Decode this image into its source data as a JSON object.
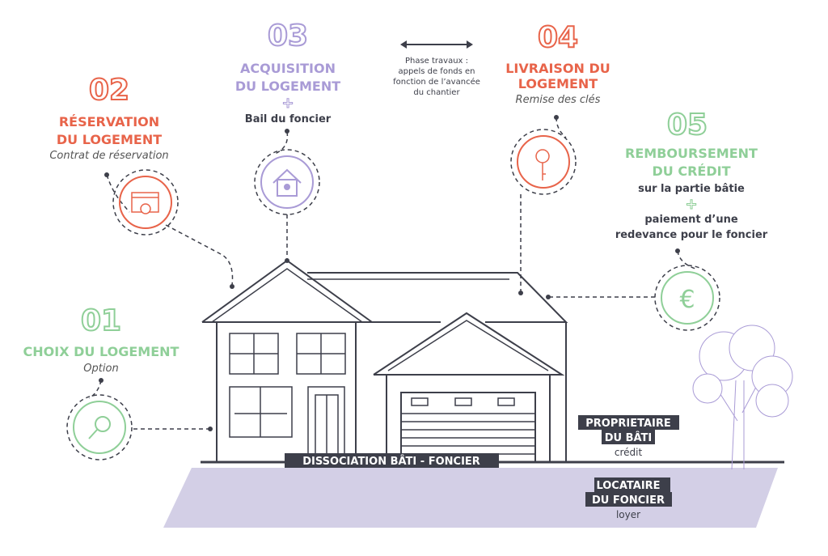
{
  "colors": {
    "orange": "#e8644a",
    "purple": "#a99bd6",
    "green": "#8fcf98",
    "dark": "#3d3f4a",
    "ground": "#d3cfe6"
  },
  "steps": [
    {
      "num": "01",
      "title": [
        "CHOIX DU LOGEMENT"
      ],
      "sub": "Option",
      "icon": "magnifier-icon"
    },
    {
      "num": "02",
      "title": [
        "RÉSERVATION",
        "DU LOGEMENT"
      ],
      "sub": "Contrat de réservation",
      "icon": "calendar-check-icon"
    },
    {
      "num": "03",
      "title": [
        "ACQUISITION",
        "DU LOGEMENT"
      ],
      "extra": "Bail du foncier",
      "icon": "house-heart-icon"
    },
    {
      "num": "04",
      "title": [
        "LIVRAISON DU",
        "LOGEMENT"
      ],
      "sub": "Remise des clés",
      "icon": "key-icon"
    },
    {
      "num": "05",
      "title": [
        "REMBOURSEMENT",
        "DU CRÉDIT"
      ],
      "extra": [
        "sur la partie bâtie",
        "paiement d’une",
        "redevance pour le foncier"
      ],
      "icon": "euro-icon",
      "icon_text": "€"
    }
  ],
  "phase": [
    "Phase travaux :",
    "appels de fonds en",
    "fonction de l’avancée",
    "du chantier"
  ],
  "labels": {
    "dissociation": "DISSOCIATION BÂTI - FONCIER",
    "proprietaire": [
      "PROPRIETAIRE",
      "DU BÂTI"
    ],
    "proprietaire_sub": "crédit",
    "locataire": [
      "LOCATAIRE",
      "DU FONCIER"
    ],
    "locataire_sub": "loyer"
  }
}
